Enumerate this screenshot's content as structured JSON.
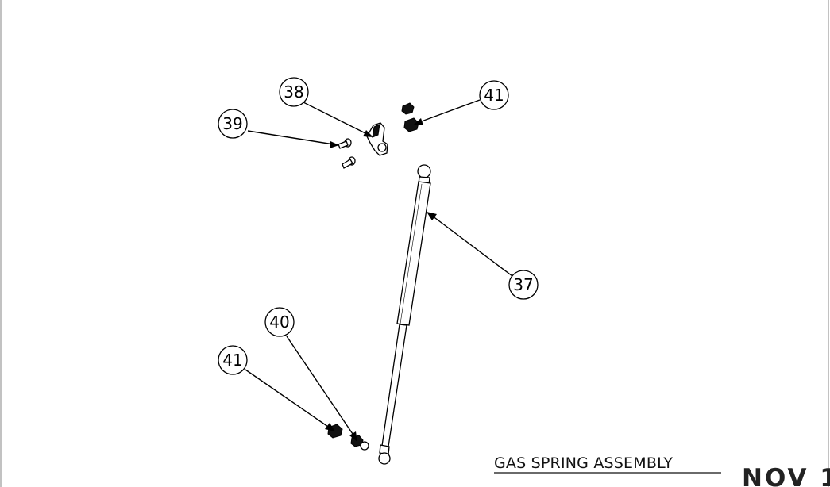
{
  "diagram": {
    "title": "GAS SPRING ASSEMBLY",
    "stamp": "NOV 1",
    "callouts": [
      {
        "id": "37",
        "label": "37"
      },
      {
        "id": "38",
        "label": "38"
      },
      {
        "id": "39",
        "label": "39"
      },
      {
        "id": "40",
        "label": "40"
      },
      {
        "id": "41-top",
        "label": "41"
      },
      {
        "id": "41-bottom",
        "label": "41"
      }
    ]
  }
}
